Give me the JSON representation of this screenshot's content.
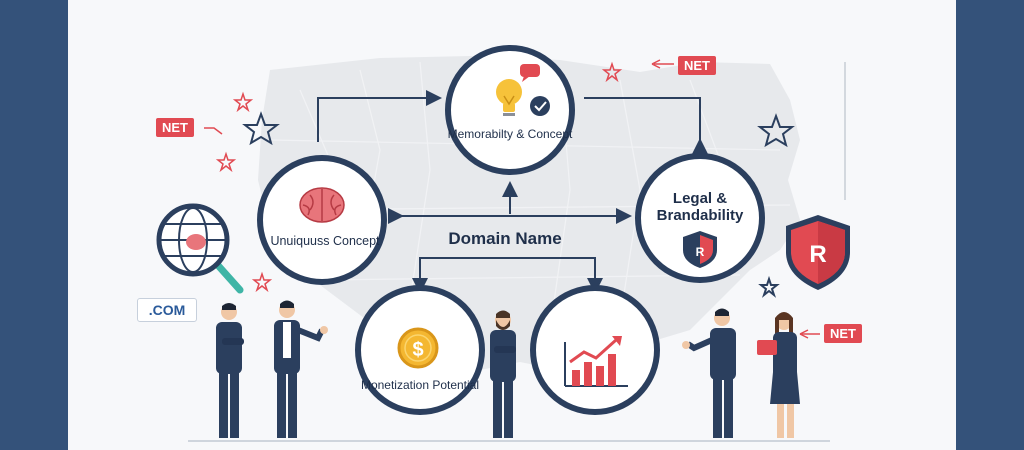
{
  "diagram": {
    "center_title": "Domain Name",
    "nodes": {
      "memorability": "Memorabilty & Concept",
      "uniqueness": "Unuiquuss Concept",
      "legal": "Legal & Brandability",
      "monetization": "Monetization Potential"
    },
    "tags": [
      "NET",
      "NET",
      "NET"
    ],
    "domain_badge": ".COM",
    "shield_letter": "R",
    "coin_symbol": "$"
  },
  "colors": {
    "navy": "#2b3f5e",
    "accent_red": "#e14a52",
    "background": "#f7f8fa",
    "frame": "#34527a",
    "map_gray": "#dfe2e6"
  }
}
